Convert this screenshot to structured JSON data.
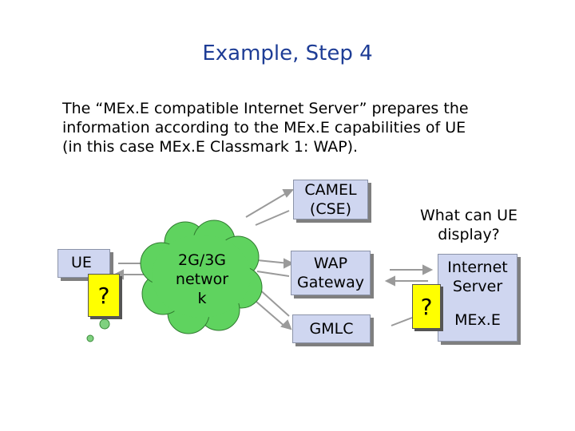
{
  "slide": {
    "title": "Example, Step 4",
    "body_lines": [
      "The “MEx.E compatible Internet Server” prepares the",
      "information according to the MEx.E capabilities of UE",
      "(in this case MEx.E Classmark 1: WAP)."
    ]
  },
  "diagram": {
    "ue_label": "UE",
    "ue_question": "?",
    "network_lines": [
      "2G/3G",
      "networ",
      "k"
    ],
    "camel_lines": [
      "CAMEL",
      "(CSE)"
    ],
    "wap_lines": [
      "WAP",
      "Gateway"
    ],
    "gmlc_label": "GMLC",
    "question_text_lines": [
      "What can UE",
      "display?"
    ],
    "server_question": "?",
    "internet_server_lines": [
      "Internet",
      "Server"
    ],
    "mexe_label": "MEx.E"
  },
  "colors": {
    "title": "#1e3d96",
    "box_fill": "#cfd6f0",
    "cloud_fill": "#5fd35f",
    "question_fill": "#ffff00",
    "thought_dot": "#7fd17f"
  }
}
